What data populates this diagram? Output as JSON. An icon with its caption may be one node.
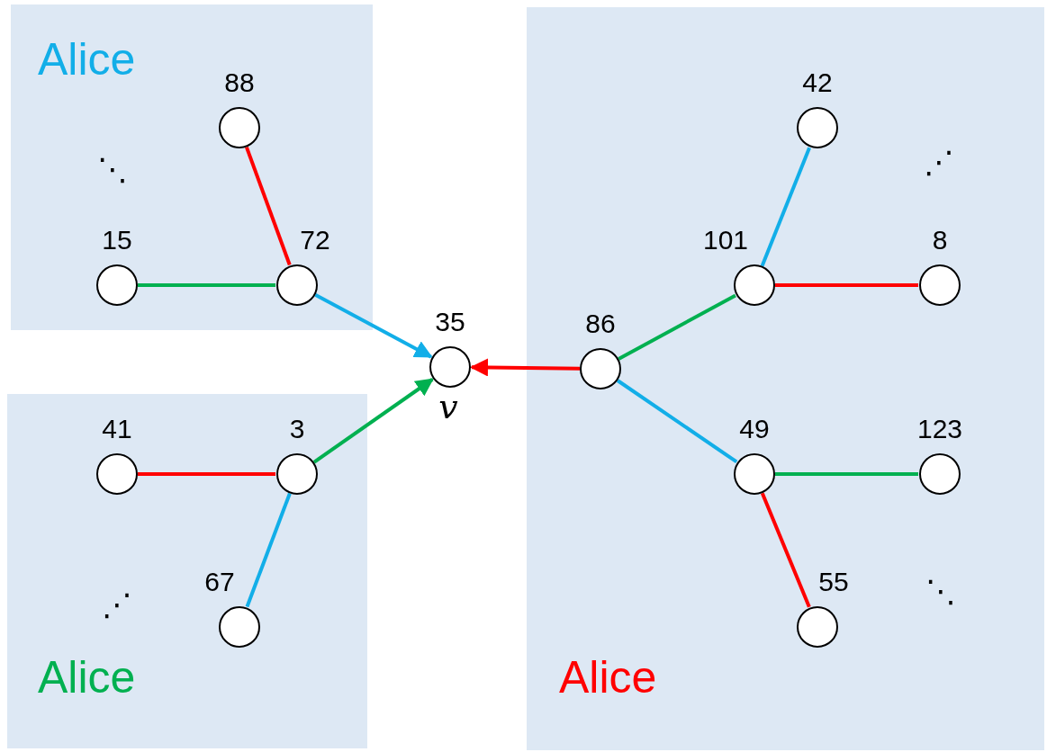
{
  "diagram": {
    "nodes": [
      {
        "text": [
          "Alice"
        ]
      },
      {
        "text": [],
        "shape": "circle",
        "in": 0,
        "beside": [
          "88"
        ]
      },
      {
        "text": [],
        "shape": "circle",
        "in": 0,
        "beside": [
          "15"
        ]
      },
      {
        "text": [],
        "shape": "circle",
        "in": 0,
        "beside": [
          "72"
        ]
      },
      {
        "text": [
          "Alice"
        ]
      },
      {
        "text": [],
        "shape": "circle",
        "in": 4,
        "beside": [
          "42"
        ]
      },
      {
        "text": [],
        "shape": "circle",
        "in": 4,
        "beside": [
          "101"
        ]
      },
      {
        "text": [],
        "shape": "circle",
        "in": 4,
        "beside": [
          "8"
        ]
      },
      {
        "text": [],
        "shape": "circle",
        "in": 4,
        "beside": [
          "86"
        ]
      },
      {
        "text": [],
        "shape": "circle",
        "in": 4,
        "beside": [
          "49"
        ]
      },
      {
        "text": [],
        "shape": "circle",
        "in": 4,
        "beside": [
          "123"
        ]
      },
      {
        "text": [],
        "shape": "circle",
        "in": 4,
        "beside": [
          "55"
        ]
      },
      {
        "text": [],
        "shape": "circle",
        "beside": [
          "35",
          "v"
        ]
      },
      {
        "text": [
          "Alice"
        ]
      },
      {
        "text": [],
        "shape": "circle",
        "in": 13,
        "beside": [
          "41"
        ]
      },
      {
        "text": [],
        "shape": "circle",
        "in": 13,
        "beside": [
          "3"
        ]
      },
      {
        "text": [],
        "shape": "circle",
        "in": 13,
        "beside": [
          "67"
        ]
      }
    ],
    "edges": [
      {
        "from": 1,
        "to": 3,
        "arrow": "none",
        "color": "#ff0000"
      },
      {
        "from": 2,
        "to": 3,
        "arrow": "none",
        "color": "#00b050"
      },
      {
        "from": 3,
        "to": 12,
        "arrow": "to",
        "color": "#12aee8"
      },
      {
        "from": 15,
        "to": 12,
        "arrow": "to",
        "color": "#00b050"
      },
      {
        "from": 14,
        "to": 15,
        "arrow": "none",
        "color": "#ff0000"
      },
      {
        "from": 15,
        "to": 16,
        "arrow": "none",
        "color": "#12aee8"
      },
      {
        "from": 8,
        "to": 12,
        "arrow": "to",
        "color": "#ff0000"
      },
      {
        "from": 8,
        "to": 6,
        "arrow": "none",
        "color": "#00b050"
      },
      {
        "from": 6,
        "to": 5,
        "arrow": "none",
        "color": "#12aee8"
      },
      {
        "from": 6,
        "to": 7,
        "arrow": "none",
        "color": "#ff0000"
      },
      {
        "from": 8,
        "to": 9,
        "arrow": "none",
        "color": "#12aee8"
      },
      {
        "from": 9,
        "to": 10,
        "arrow": "none",
        "color": "#00b050"
      },
      {
        "from": 9,
        "to": 11,
        "arrow": "none",
        "color": "#ff0000"
      }
    ],
    "labels": [
      "⋱",
      "⋰",
      "⋰",
      "⋱"
    ]
  }
}
